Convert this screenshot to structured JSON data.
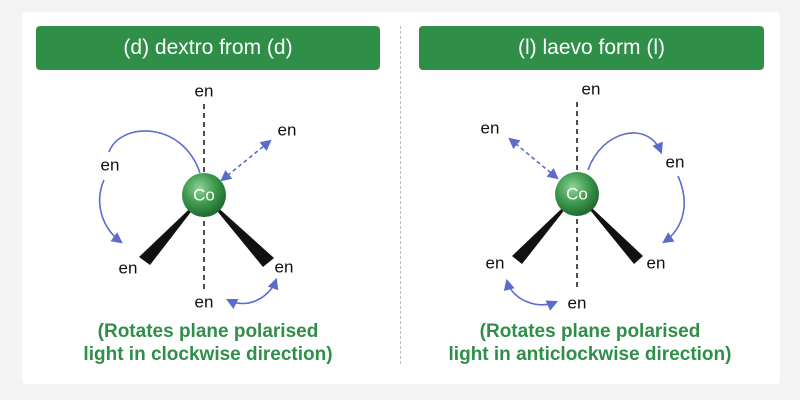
{
  "panels": {
    "left": {
      "title": "(d) dextro from (d)",
      "caption_line1": "(Rotates plane polarised",
      "caption_line2": "light in clockwise direction)"
    },
    "right": {
      "title": "(l) laevo form (l)",
      "caption_line1": "(Rotates plane polarised",
      "caption_line2": "light in anticlockwise direction)"
    }
  },
  "labels": {
    "ligand": "en",
    "metal": "Co"
  },
  "colors": {
    "header_green": "#2f8f48",
    "caption_green": "#2f8f48",
    "arrow_blue": "#5b6ccc",
    "metal_green": "#3e9a4e"
  }
}
